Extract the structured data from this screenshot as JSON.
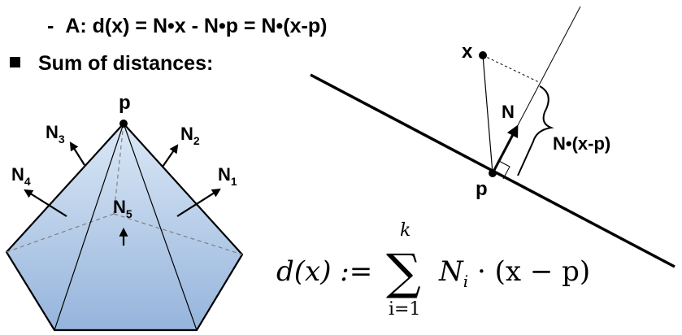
{
  "bullets": {
    "dash": "-",
    "a_text": "A: d(x) = N•x - N•p = N•(x-p)",
    "sum_text": "Sum of distances:"
  },
  "pyramid": {
    "apex_label": "p",
    "normals": [
      {
        "label": "N",
        "sub": "1"
      },
      {
        "label": "N",
        "sub": "2"
      },
      {
        "label": "N",
        "sub": "3"
      },
      {
        "label": "N",
        "sub": "4"
      },
      {
        "label": "N",
        "sub": "5"
      }
    ]
  },
  "plane_diagram": {
    "x_label": "x",
    "p_label": "p",
    "n_label": "N",
    "brace_label": "N•(x-p)"
  },
  "formula": {
    "lhs": "d(x) :=",
    "sigma": "∑",
    "upper": "k",
    "lower": "i=1",
    "term_main": "N",
    "term_sub": "i",
    "term_rest": " · (x − p)"
  },
  "colors": {
    "face_light": "#dbe8f6",
    "face_dark": "#95b4dc",
    "stroke": "#000000",
    "hidden_edge": "#7f7f7f"
  }
}
